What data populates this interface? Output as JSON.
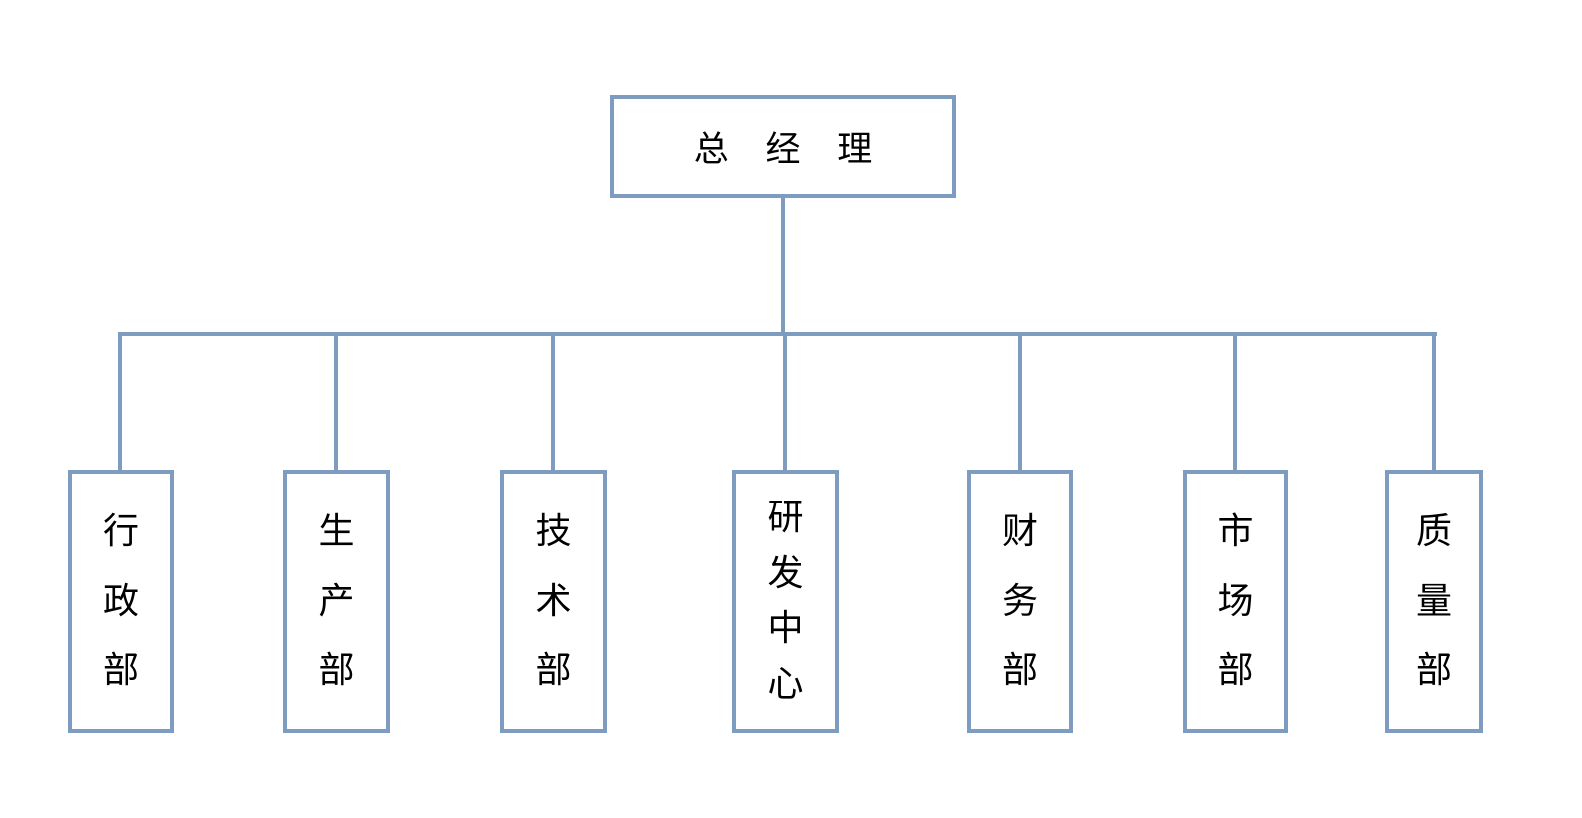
{
  "chart": {
    "type": "org-chart",
    "root": {
      "label": "总经理"
    },
    "departments": [
      {
        "label": "行政部"
      },
      {
        "label": "生产部"
      },
      {
        "label": "技术部"
      },
      {
        "label": "研发中心"
      },
      {
        "label": "财务部"
      },
      {
        "label": "市场部"
      },
      {
        "label": "质量部"
      }
    ]
  },
  "colors": {
    "line_blue": "#7d9cc0",
    "text": "#000000",
    "background": "#ffffff"
  }
}
